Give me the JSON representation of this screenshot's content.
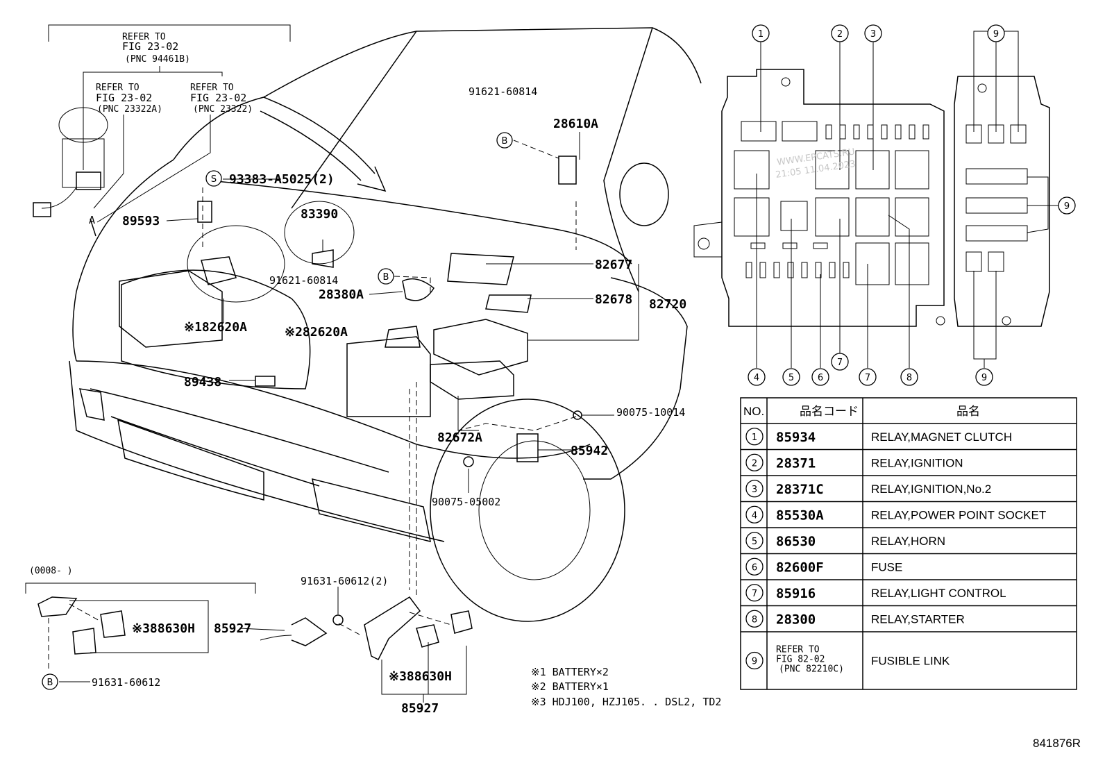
{
  "refer_notes": {
    "top": [
      "REFER TO",
      "FIG 23-02",
      "(PNC 94461B)"
    ],
    "left": [
      "REFER TO",
      "FIG 23-02",
      "(PNC 23322A)"
    ],
    "right": [
      "REFER TO",
      "FIG 23-02",
      "(PNC 23322)"
    ]
  },
  "callout_letters": {
    "s": "S",
    "b": "B",
    "a": "A"
  },
  "part_labels": {
    "p93383": "93383-A5025(2)",
    "p89593": "89593",
    "p83390": "83390",
    "p91621_top": "91621-60814",
    "p28610A": "28610A",
    "p91621_mid": "91621-60814",
    "p28380A": "28380A",
    "p82677": "82677",
    "p82678": "82678",
    "p82720": "82720",
    "p82620A_1": "※182620A",
    "p82620A_2": "※282620A",
    "p89438": "89438",
    "p90075_10014": "90075-10014",
    "p82672A": "82672A",
    "p85942": "85942",
    "p90075_05002": "90075-05002",
    "date_range": "(0008-       )",
    "p88630H_left": "※388630H",
    "p85927_left": "85927",
    "p91631_60612": "91631-60612",
    "p91631_60612_2": "91631-60612(2)",
    "p88630H_right": "※388630H",
    "p85927_bottom": "85927"
  },
  "footnotes": [
    "※1 BATTERY×2",
    "※2 BATTERY×1",
    "※3 HDJ100, HZJ105. . DSL2, TD2"
  ],
  "watermark": [
    "WWW.EPCATS.RU",
    "21:05 11.04.2023"
  ],
  "fuse_box_callouts": [
    "1",
    "2",
    "3",
    "9",
    "9",
    "4",
    "5",
    "6",
    "7",
    "7",
    "8",
    "9"
  ],
  "table": {
    "headers": [
      "NO.",
      "品名コード",
      "品名"
    ],
    "rows": [
      {
        "no": "1",
        "code": "85934",
        "name": "RELAY,MAGNET CLUTCH"
      },
      {
        "no": "2",
        "code": "28371",
        "name": "RELAY,IGNITION"
      },
      {
        "no": "3",
        "code": "28371C",
        "name": "RELAY,IGNITION,No.2"
      },
      {
        "no": "4",
        "code": "85530A",
        "name": "RELAY,POWER POINT SOCKET"
      },
      {
        "no": "5",
        "code": "86530",
        "name": "RELAY,HORN"
      },
      {
        "no": "6",
        "code": "82600F",
        "name": "FUSE"
      },
      {
        "no": "7",
        "code": "85916",
        "name": "RELAY,LIGHT CONTROL"
      },
      {
        "no": "8",
        "code": "28300",
        "name": "RELAY,STARTER"
      },
      {
        "no": "9",
        "code": [
          "REFER TO",
          "FIG 82-02",
          "(PNC 82210C)"
        ],
        "name": "FUSIBLE LINK"
      }
    ]
  },
  "figure_id": "841876R"
}
